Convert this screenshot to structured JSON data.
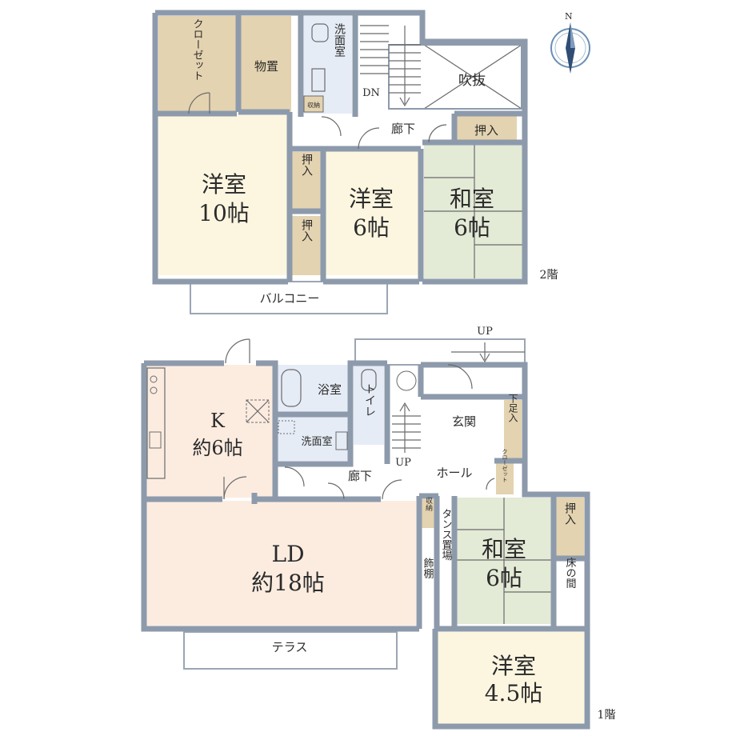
{
  "colors": {
    "wall": "#8c9aab",
    "western_room": "#fcf6e0",
    "japanese_room": "#e3ead6",
    "closet": "#e4d3b0",
    "kitchen_ld": "#fcece0",
    "wet_area": "#e6ecf6",
    "corridor": "#ffffff"
  },
  "floor2": {
    "floor_label": "2階",
    "rooms": {
      "closet": "クローゼット",
      "storage": "物置",
      "washroom": "洗面室",
      "storage_small": "収納",
      "dn": "DN",
      "void": "吹抜",
      "corridor": "廊下",
      "oshiire_top": "押入",
      "oshiire_mid1": "押入",
      "oshiire_mid2": "押入",
      "western10_name": "洋室",
      "western10_size": "10帖",
      "western6_name": "洋室",
      "western6_size": "6帖",
      "japanese6_name": "和室",
      "japanese6_size": "6帖",
      "balcony": "バルコニー"
    }
  },
  "floor1": {
    "floor_label": "1階",
    "rooms": {
      "up_top": "UP",
      "bath": "浴室",
      "toilet": "トイレ",
      "washroom": "洗面室",
      "entrance": "玄関",
      "shoe_storage": "下足入",
      "up_stair": "UP",
      "corridor": "廊下",
      "hall": "ホール",
      "closet_small": "クローゼット",
      "kitchen_name": "K",
      "kitchen_size": "約6帖",
      "storage_small": "収納",
      "ld_name": "LD",
      "ld_size": "約18帖",
      "display_shelf": "飾棚",
      "chest_space": "タンス置場",
      "japanese6_name": "和室",
      "japanese6_size": "6帖",
      "oshiire": "押入",
      "tokonoma": "床の間",
      "western45_name": "洋室",
      "western45_size": "4.5帖",
      "terrace": "テラス"
    }
  },
  "compass": {
    "north_label": "N",
    "icon": "compass-icon"
  }
}
